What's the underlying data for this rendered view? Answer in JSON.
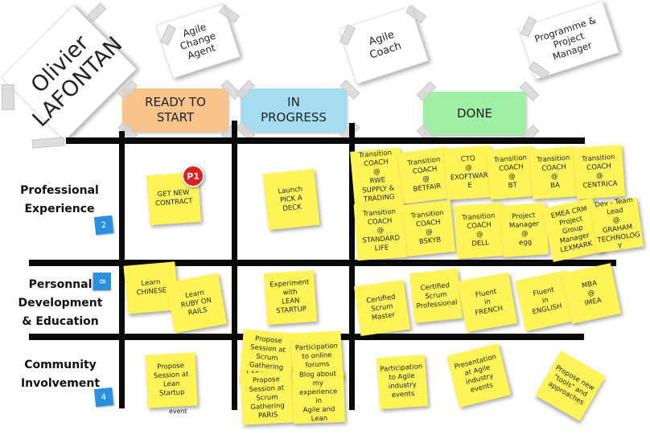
{
  "name_card": "Olivier\nLAFONTAN",
  "role_cards": [
    "Agile\nChange\nAgent",
    "Agile\nCoach",
    "Programme &\nProject\nManager"
  ],
  "columns": [
    "READY TO\nSTART",
    "IN\nPROGRESS",
    "DONE"
  ],
  "colors": {
    "ready": "#f8c48c",
    "progress": "#a6dcf2",
    "done": "#9ff0a6",
    "sticky": "#fff457",
    "badge": "#e02020",
    "count": "#2b8fe0"
  },
  "rows": [
    {
      "label": "Professional\nExperience",
      "count": "2"
    },
    {
      "label": "Personnal\nDevelopment\n& Education",
      "count": "8"
    },
    {
      "label": "Community\nInvolvement",
      "count": "4"
    }
  ],
  "priority_badge": "P1",
  "notes": {
    "ready_professional": "GET NEW\nCONTRACT",
    "progress_professional": "Launch\nPICK A\nDECK",
    "done_professional": [
      "Transition\nCOACH\n@\nRWE\nSUPPLY &\nTRADING",
      "Transition\nCOACH\n@\nBETFAIR",
      "CTO\n@\nEXOFTWAR\nE",
      "Transition\nCOACH\n@\nBT",
      "Transition\nCOACH\n@\nBA",
      "Transition\nCOACH\n@\nCENTRICA",
      "Transition\nCOACH\n@\nSTANDARD\nLIFE",
      "Transition\nCOACH\n@\nBSKYB",
      "Transition\nCOACH\n@\nDELL",
      "Project\nManager\n@\negg",
      "EMEA CRM\nProject\nGroup\nManager\nLEXMARK",
      "Dev - Team\nLead\n@\nGRAHAM\nTECHNOLOG\nY"
    ],
    "ready_personal": [
      "Learn\nCHINESE",
      "Learn\nRUBY ON\nRAILS"
    ],
    "progress_personal": "Experiment\nwith\nLEAN\nSTARTUP",
    "done_personal": [
      "Certified\nScrum\nMaster",
      "Certified\nScrum\nProfessional",
      "Fluent\nin\nFRENCH",
      "Fluent\nin\nENGLISH",
      "MBA\n@\nIMEA"
    ],
    "ready_community": "Propose\nSession at\nLean\nStartup",
    "ready_community_event": "event",
    "progress_community": [
      "Propose\nSession at\nScrum\nGathering\nLAS VEGAS",
      "Participation\nto online\nforums",
      "Propose\nSession at\nScrum\nGathering\nPARIS",
      "Blog about\nmy\nexperience in\nAgile and\nLean"
    ],
    "done_community": [
      "Participation\nto Agile\nindustry\nevents",
      "Presentation\nat Agile\nindustry\nevents",
      "Propose new\n\"tools\" and\napproaches"
    ]
  }
}
